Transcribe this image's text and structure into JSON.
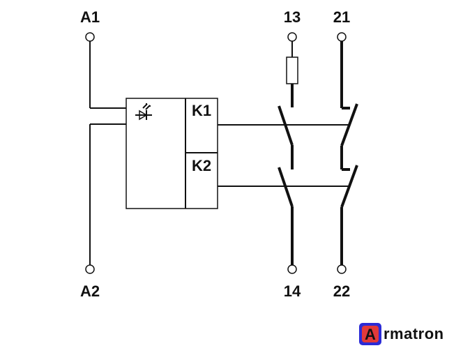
{
  "terminals": {
    "a1": "A1",
    "a2": "A2",
    "t13": "13",
    "t14": "14",
    "t21": "21",
    "t22": "22"
  },
  "relays": {
    "k1": "K1",
    "k2": "K2"
  },
  "logo": {
    "badge_letter": "A",
    "text": "rmatron",
    "colors": {
      "badge_outer": "#2b2bd6",
      "badge_inner": "#e23a3a",
      "text": "#111111"
    }
  }
}
